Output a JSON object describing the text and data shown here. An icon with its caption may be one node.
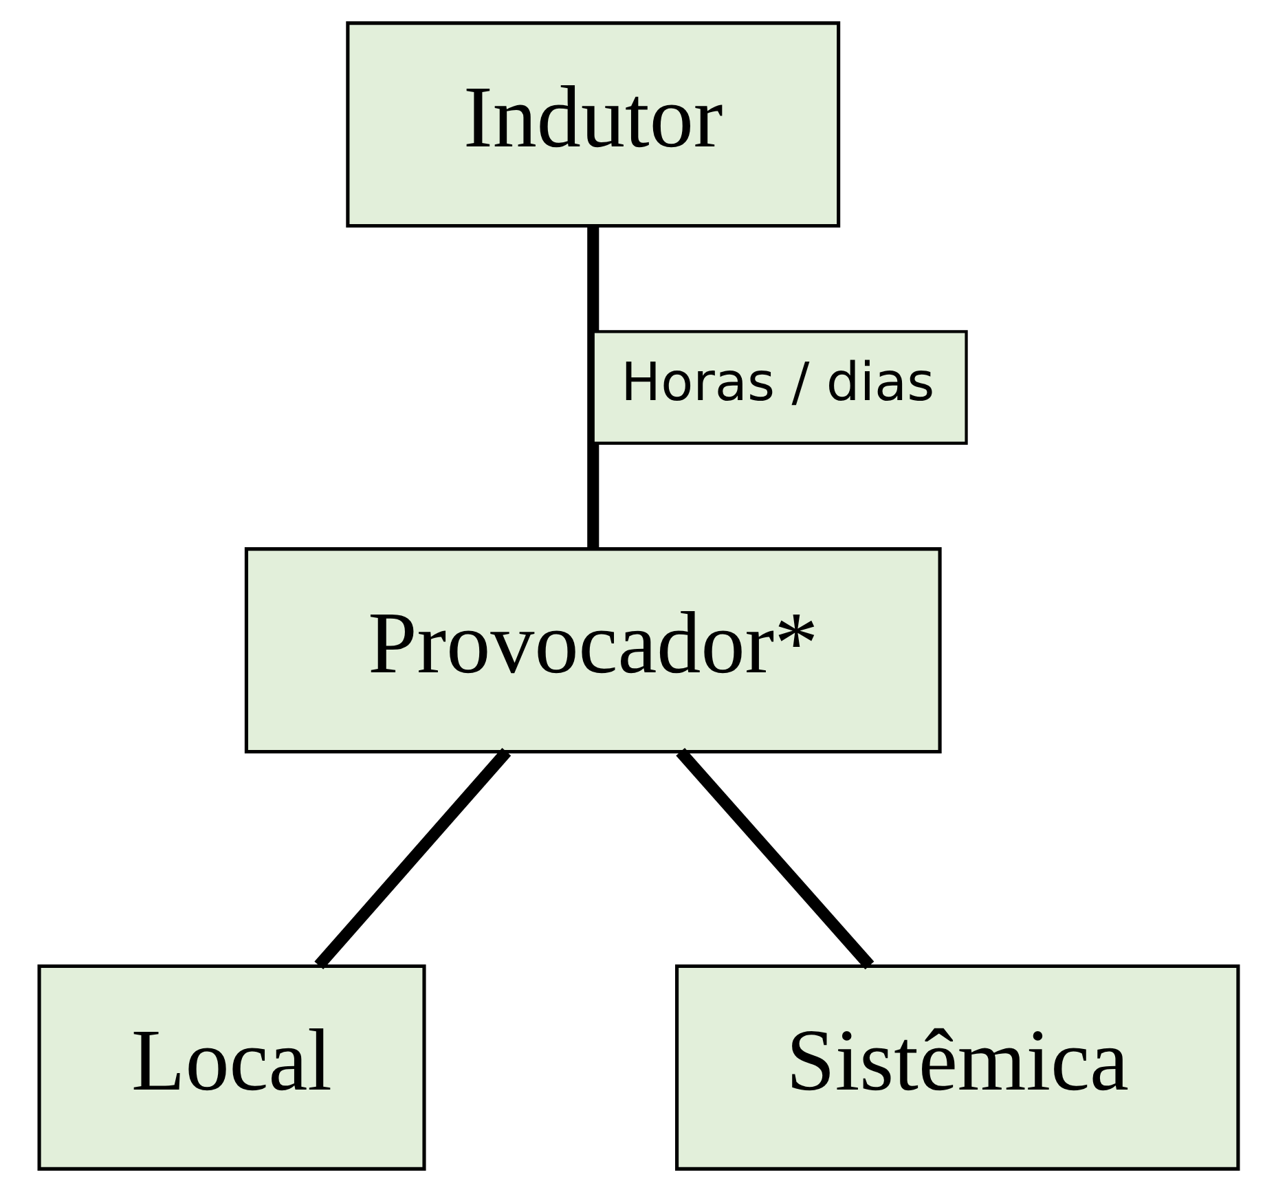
{
  "diagram": {
    "nodes": [
      {
        "text": [
          "Indutor"
        ]
      },
      {
        "text": [
          "Provocador*"
        ]
      },
      {
        "text": [
          "Local"
        ]
      },
      {
        "text": [
          "Sistêmica"
        ]
      }
    ],
    "edges": [
      {
        "from": 0,
        "to": 1,
        "arrow": "none",
        "label": "Horas / dias"
      },
      {
        "from": 1,
        "to": 2,
        "arrow": "none"
      },
      {
        "from": 1,
        "to": 3,
        "arrow": "none"
      }
    ]
  }
}
